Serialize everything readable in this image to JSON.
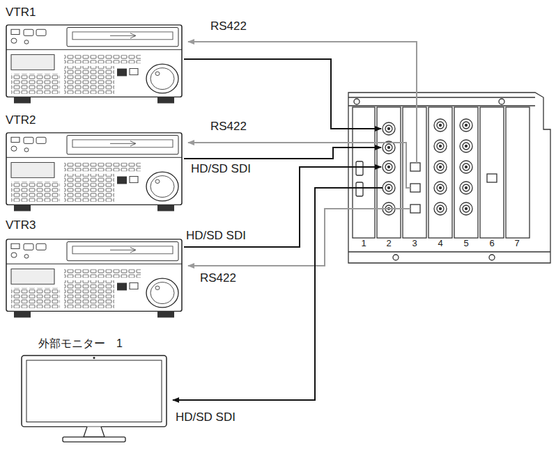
{
  "diagram": {
    "nodes": [
      {
        "text": [
          "VTR1"
        ]
      },
      {
        "text": [
          "VTR2"
        ]
      },
      {
        "text": [
          "VTR3"
        ]
      },
      {
        "text": [
          "外部モニター　1"
        ]
      },
      {
        "text": [
          "1",
          "2",
          "3",
          "4",
          "5",
          "6",
          "7"
        ]
      }
    ],
    "edges": [
      {
        "from": 4,
        "to": 0,
        "arrow": "to",
        "label": "RS422"
      },
      {
        "from": 0,
        "to": 4,
        "arrow": "to"
      },
      {
        "from": 4,
        "to": 1,
        "arrow": "to",
        "label": "RS422"
      },
      {
        "from": 1,
        "to": 4,
        "arrow": "to",
        "label": "HD/SD SDI"
      },
      {
        "from": 2,
        "to": 4,
        "arrow": "to",
        "label": "HD/SD SDI"
      },
      {
        "from": 4,
        "to": 2,
        "arrow": "to",
        "label": "RS422"
      },
      {
        "from": 4,
        "to": 3,
        "arrow": "to",
        "label": "HD/SD SDI"
      }
    ]
  }
}
